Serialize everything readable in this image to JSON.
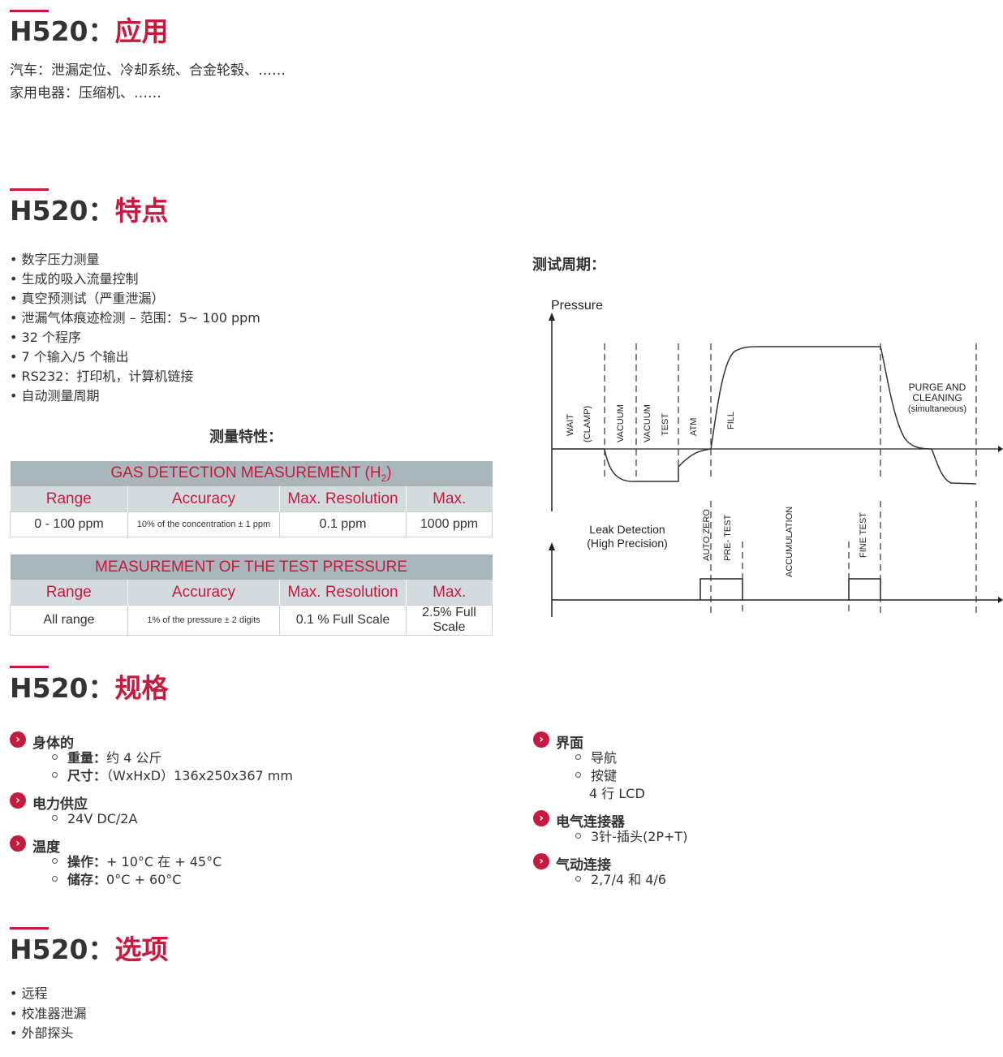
{
  "sections": {
    "app": {
      "prefix": "H520：",
      "title": "应用",
      "lines": [
        "汽车：泄漏定位、冷却系统、合金轮毂、……",
        "家用电器：压缩机、……"
      ]
    },
    "features": {
      "prefix": "H520：",
      "title": "特点",
      "bullets": [
        "• 数字压力测量",
        "• 生成的吸入流量控制",
        "• 真空预测试（严重泄漏）",
        "• 泄漏气体痕迹检测 – 范围：5~ 100 ppm",
        "• 32 个程序",
        "• 7 个输入/5 个输出",
        "• RS232：打印机，计算机链接",
        "• 自动测量周期"
      ],
      "measure_heading": "测量特性：",
      "table1": {
        "title": "GAS DETECTION MEASUREMENT (H",
        "title_sub": "2",
        "title_end": ")",
        "columns": [
          "Range",
          "Accuracy",
          "Max. Resolution",
          "Max."
        ],
        "row": [
          "0 - 100 ppm",
          "10% of the concentration ± 1 ppm",
          "0.1 ppm",
          "1000 ppm"
        ]
      },
      "table2": {
        "title": "MEASUREMENT OF THE TEST PRESSURE",
        "columns": [
          "Range",
          "Accuracy",
          "Max. Resolution",
          "Max."
        ],
        "row": [
          "All range",
          "1% of the pressure ± 2 digits",
          "0.1 % Full Scale",
          "2.5% Full Scale"
        ]
      },
      "cycle_heading": "测试周期：",
      "diagram": {
        "pressure_label": "Pressure",
        "phases": [
          "WAIT",
          "(CLAMP)",
          "VACUUM",
          "VACUUM",
          "TEST",
          "ATM",
          "FILL"
        ],
        "purge": [
          "PURGE AND",
          "CLEANING",
          "(simultaneous)"
        ],
        "leak": [
          "Leak Detection",
          "(High Precision)"
        ],
        "lower_phases": [
          "AUTO ZERO",
          "PRE- TEST",
          "ACCUMULATION",
          "FINE TEST"
        ]
      }
    },
    "specs": {
      "prefix": "H520：",
      "title": "规格",
      "left": [
        {
          "title": "身体的",
          "items": [
            {
              "label": "重量：",
              "value": "约 4 公斤"
            },
            {
              "label": "尺寸：",
              "value": "（WxHxD）136x250x367 mm"
            }
          ]
        },
        {
          "title": "电力供应",
          "items": [
            {
              "label": "",
              "value": "24V DC/2A"
            }
          ]
        },
        {
          "title": "温度",
          "items": [
            {
              "label": "操作：",
              "value": "+ 10°C 在 + 45°C"
            },
            {
              "label": "储存：",
              "value": "0°C + 60°C"
            }
          ]
        }
      ],
      "right": [
        {
          "title": "界面",
          "items": [
            {
              "value": "导航"
            },
            {
              "value": "按键"
            }
          ],
          "extra": "4 行 LCD"
        },
        {
          "title": "电气连接器",
          "items": [
            {
              "value": "3针-插头(2P+T)"
            }
          ]
        },
        {
          "title": "气动连接",
          "items": [
            {
              "value": "2,7/4 和 4/6"
            }
          ]
        }
      ]
    },
    "options": {
      "prefix": "H520：",
      "title": "选项",
      "bullets": [
        "• 远程",
        "• 校准器泄漏",
        "• 外部探头"
      ]
    }
  },
  "colors": {
    "accent": "#c8193f",
    "table_head": "#a8b6bc",
    "table_col": "#d3dbdf"
  },
  "icons": {
    "group": "chevron-right-circle-icon"
  }
}
